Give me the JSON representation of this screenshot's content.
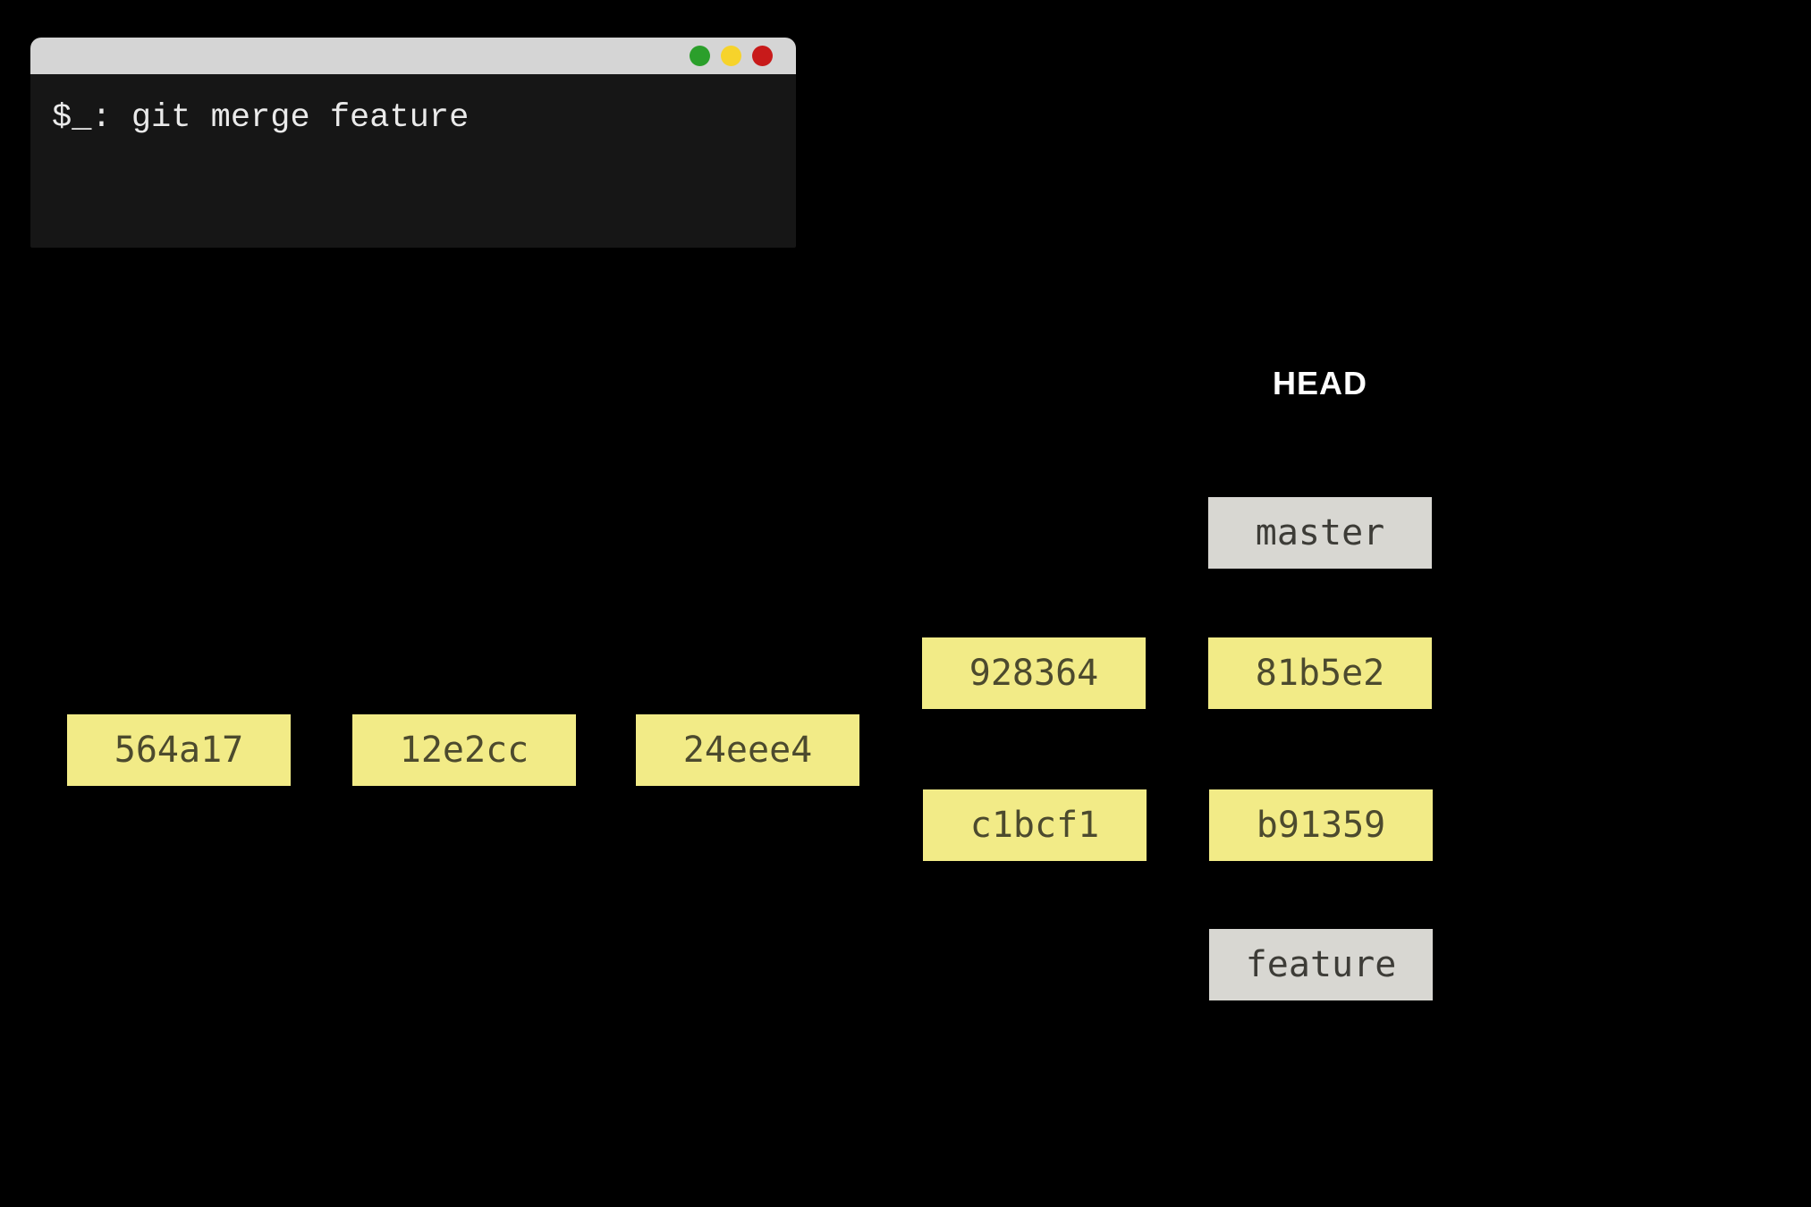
{
  "terminal": {
    "command": "$_: git merge feature",
    "window_controls": [
      "green",
      "yellow",
      "red"
    ]
  },
  "graph": {
    "head_label": "HEAD",
    "branch_labels": {
      "master": "master",
      "feature": "feature"
    },
    "commits": {
      "commit_1": "564a17",
      "commit_2": "12e2cc",
      "commit_3": "24eee4",
      "commit_4_top": "928364",
      "commit_4_bottom": "c1bcf1",
      "commit_5_top": "81b5e2",
      "commit_5_bottom": "b91359"
    }
  },
  "colors": {
    "background": "#000000",
    "terminal_body": "#161616",
    "terminal_titlebar": "#d5d5d5",
    "terminal_text": "#eaeaea",
    "commit_box_fill": "#f2eb87",
    "commit_box_text": "#4c4a2e",
    "branch_box_fill": "#d8d7d2",
    "branch_box_text": "#3d3c37",
    "head_text": "#ffffff",
    "control_green": "#2b9f2b",
    "control_yellow": "#f6d32b",
    "control_red": "#c81a1a"
  }
}
